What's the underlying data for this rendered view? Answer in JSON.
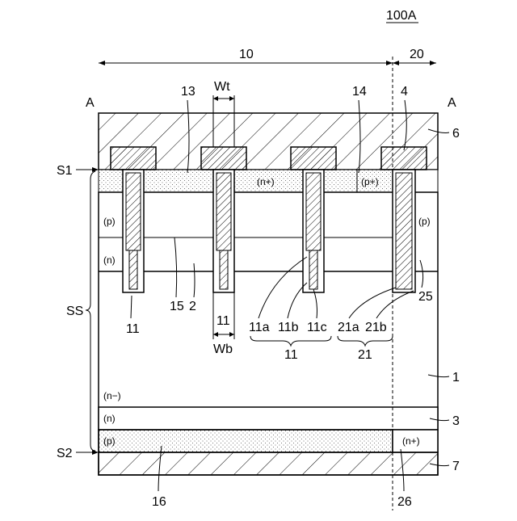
{
  "figure": {
    "id_label": "100A",
    "region_10": "10",
    "region_20": "20",
    "section_left": "A",
    "section_right": "A",
    "top_numbers": {
      "n13": "13",
      "wt": "Wt",
      "n14": "14",
      "n4": "4"
    },
    "right_numbers": {
      "n6": "6",
      "n1": "1",
      "n3": "3",
      "n7": "7"
    },
    "left_labels": {
      "s1": "S1",
      "ss": "SS",
      "s2": "S2"
    },
    "regions": {
      "n_plus": "(n+)",
      "p_plus": "(p+)",
      "p_left": "(p)",
      "p_right": "(p)",
      "n_left": "(n)",
      "n_minus": "(n−)",
      "n_buffer": "(n)",
      "p_bottom": "(p)",
      "n_plus_bottom": "(n+)"
    },
    "inner_numbers": {
      "n15": "15",
      "n2": "2",
      "n25": "25"
    },
    "trench_labels": {
      "t11_first": "11",
      "t11_second": "11",
      "wb": "Wb",
      "a11": "11a",
      "b11": "11b",
      "c11": "11c",
      "a21": "21a",
      "b21": "21b",
      "group11": "11",
      "group21": "21"
    },
    "bottom_numbers": {
      "n16": "16",
      "n26": "26"
    }
  }
}
